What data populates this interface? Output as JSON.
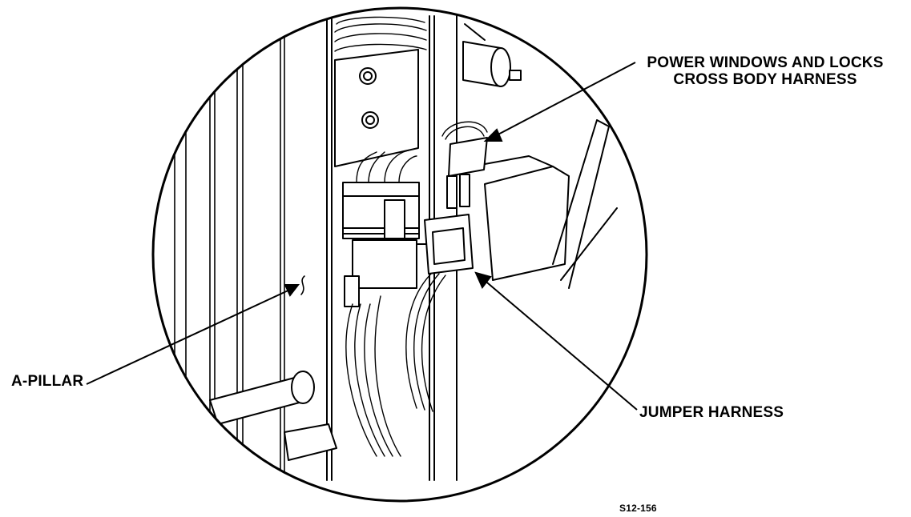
{
  "labels": {
    "power_windows_line1": "POWER WINDOWS AND LOCKS",
    "power_windows_line2": "CROSS BODY HARNESS",
    "a_pillar": "A-PILLAR",
    "jumper_harness": "JUMPER HARNESS",
    "figure_id": "S12-156"
  }
}
